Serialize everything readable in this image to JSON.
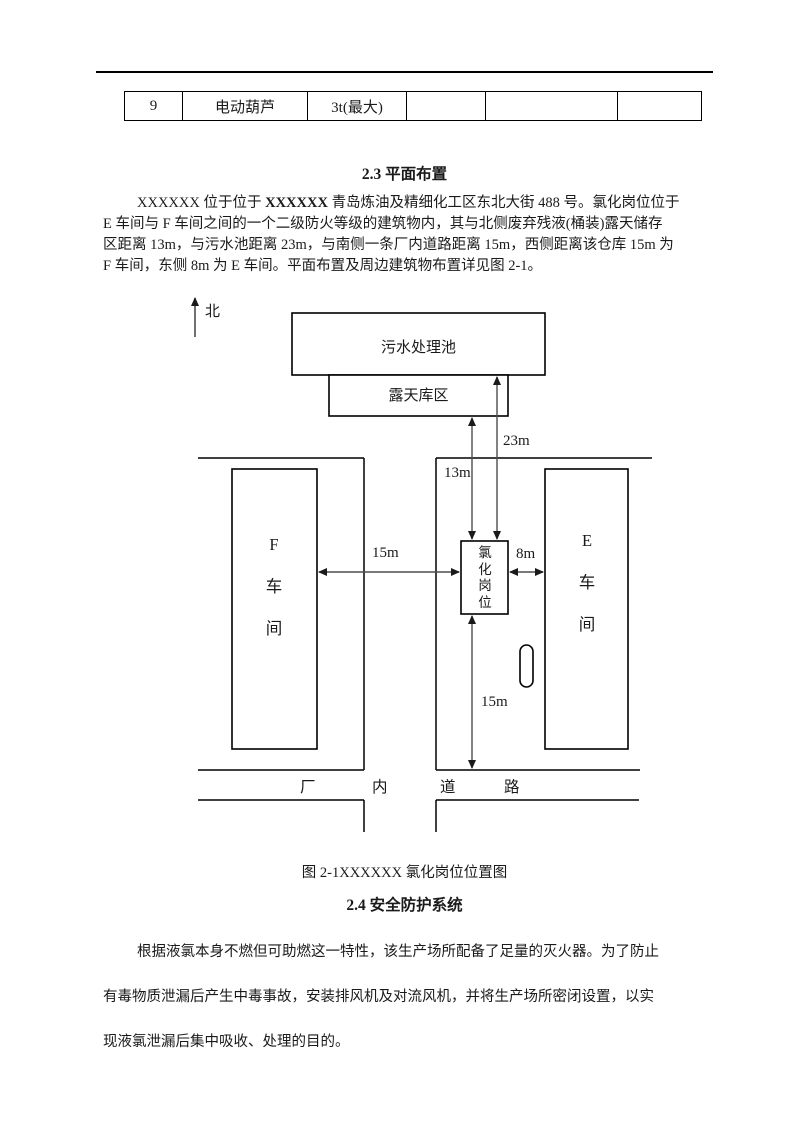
{
  "table": {
    "cells": [
      "9",
      "电动葫芦",
      "3t(最大)",
      "",
      "",
      ""
    ]
  },
  "section_2_3": {
    "heading": "2.3 平面布置",
    "paragraph": {
      "line1_pre": "XXXXXX 位于位于 ",
      "line1_bold": "XXXXXX",
      "line1_post": " 青岛炼油及精细化工区东北大街 488 号。氯化岗位位于",
      "line2": "E 车间与 F 车间之间的一个二级防火等级的建筑物内，其与北侧废弃残液(桶装)露天储存",
      "line3": "区距离 13m，与污水池距离 23m，与南侧一条厂内道路距离 15m，西侧距离该仓库 15m 为",
      "line4": "F 车间，东侧 8m 为 E 车间。平面布置及周边建筑物布置详见图 2-1。"
    }
  },
  "diagram": {
    "north_label": "北",
    "sewage_pool_label": "污水处理池",
    "open_storage_label": "露天库区",
    "f_workshop": {
      "chars": [
        "F",
        "车",
        "间"
      ]
    },
    "e_workshop": {
      "chars": [
        "E",
        "车",
        "间"
      ]
    },
    "chlorination": {
      "chars": [
        "氯",
        "化",
        "岗",
        "位"
      ]
    },
    "dist_to_pool": "23m",
    "dist_to_storage": "13m",
    "dist_to_f": "15m",
    "dist_to_e": "8m",
    "dist_to_road": "15m",
    "road_chars": [
      "厂",
      "内",
      "道",
      "路"
    ],
    "colors": {
      "outline": "#000000",
      "arrow_shaft": "#4d4d4d",
      "arrow_head": "#1a1a1a"
    }
  },
  "figure_caption": "图 2-1XXXXXX 氯化岗位位置图",
  "section_2_4": {
    "heading": "2.4 安全防护系统",
    "paragraph": {
      "line1": "根据液氯本身不燃但可助燃这一特性，该生产场所配备了足量的灭火器。为了防止",
      "line2": "有毒物质泄漏后产生中毒事故，安装排风机及对流风机，并将生产场所密闭设置，以实",
      "line3": "现液氯泄漏后集中吸收、处理的目的。"
    }
  }
}
